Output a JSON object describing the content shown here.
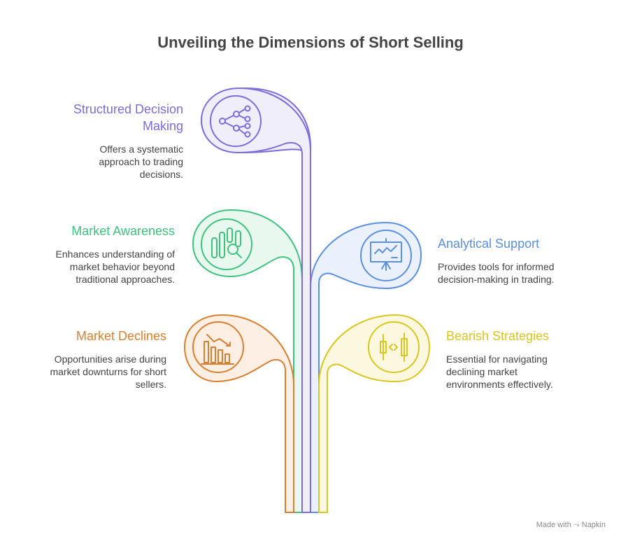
{
  "title": "Unveiling the Dimensions of Short Selling",
  "colors": {
    "purple": "#7E6CDB",
    "green": "#3FC27F",
    "blue": "#5B8FE0",
    "orange": "#DA7F2F",
    "yellow": "#D9C620"
  },
  "items": [
    {
      "label": "Structured Decision Making",
      "label_lines": [
        "Structured Decision",
        "Making"
      ],
      "description_lines": [
        "Offers a systematic",
        "approach to trading",
        "decisions."
      ],
      "icon": "decision-tree-icon",
      "color": "purple"
    },
    {
      "label": "Market Awareness",
      "label_lines": [
        "Market Awareness"
      ],
      "description_lines": [
        "Enhances understanding of",
        "market behavior beyond",
        "traditional approaches."
      ],
      "icon": "chart-magnifier-icon",
      "color": "green"
    },
    {
      "label": "Analytical Support",
      "label_lines": [
        "Analytical Support"
      ],
      "description_lines": [
        "Provides tools for informed",
        "decision-making in trading."
      ],
      "icon": "presentation-chart-icon",
      "color": "blue"
    },
    {
      "label": "Market Declines",
      "label_lines": [
        "Market Declines"
      ],
      "description_lines": [
        "Opportunities arise during",
        "market downturns for short",
        "sellers."
      ],
      "icon": "declining-bars-icon",
      "color": "orange"
    },
    {
      "label": "Bearish Strategies",
      "label_lines": [
        "Bearish Strategies"
      ],
      "description_lines": [
        "Essential for navigating",
        "declining market",
        "environments effectively."
      ],
      "icon": "candlestick-icon",
      "color": "yellow"
    }
  ],
  "footer": "Made with ⤳ Napkin"
}
